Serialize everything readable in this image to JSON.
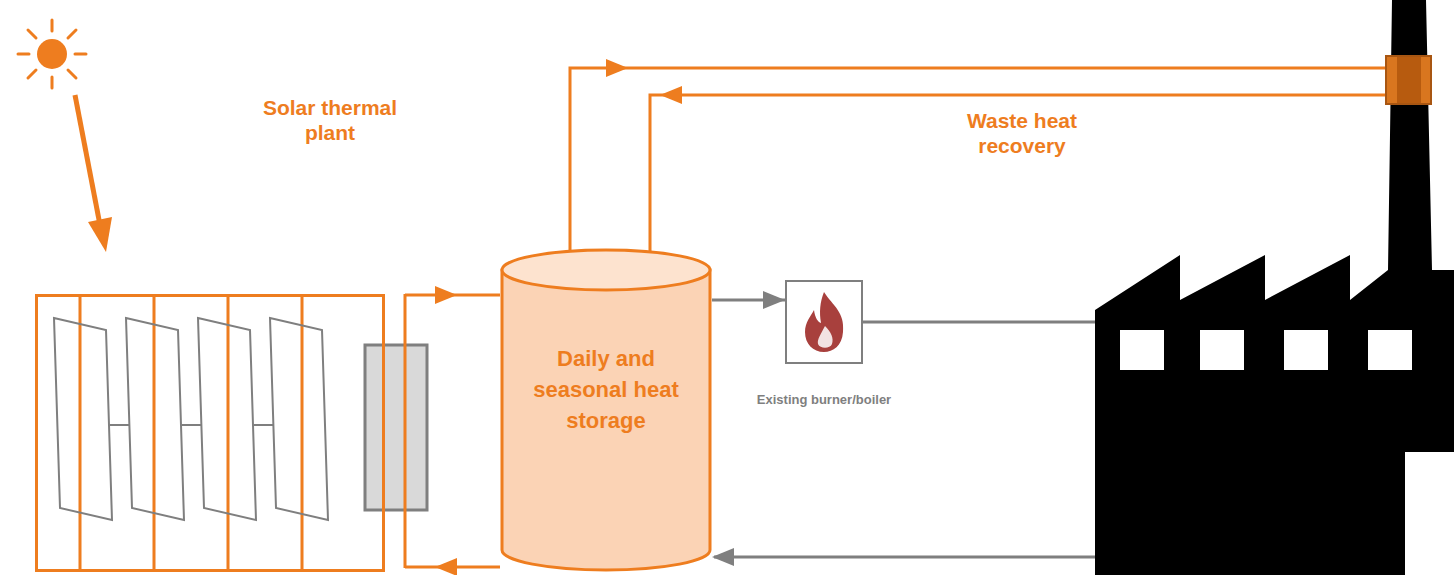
{
  "diagram": {
    "nodes": [
      {
        "text": [
          "Solar thermal plant"
        ]
      },
      {
        "text": [
          "Daily and seasonal heat storage"
        ]
      },
      {
        "text": [
          "Existing burner/boiler"
        ]
      },
      {
        "text": [
          "Waste heat recovery"
        ]
      }
    ],
    "edges": [
      {
        "from": 0,
        "to": 1,
        "arrow": "to"
      },
      {
        "from": 1,
        "to": 0,
        "arrow": "to"
      },
      {
        "from": 1,
        "to": 3,
        "arrow": "to"
      },
      {
        "from": 3,
        "to": 1,
        "arrow": "to"
      },
      {
        "from": 1,
        "to": 2,
        "arrow": "to"
      }
    ]
  }
}
